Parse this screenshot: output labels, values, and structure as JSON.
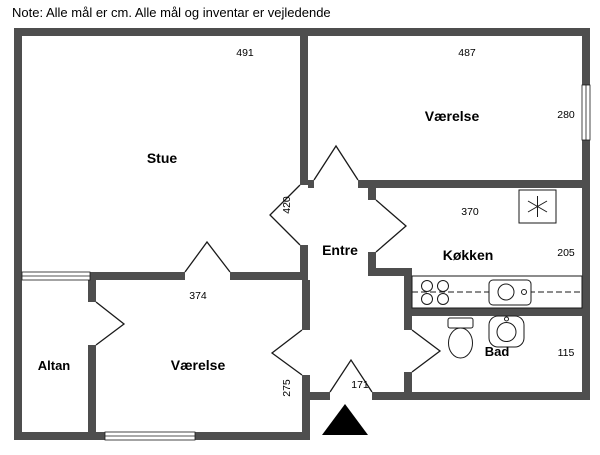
{
  "note": "Note: Alle mål er cm. Alle mål og inventar er vejledende",
  "rooms": {
    "stue": {
      "label": "Stue"
    },
    "vaerelse_top": {
      "label": "Værelse"
    },
    "entre": {
      "label": "Entre"
    },
    "koekken": {
      "label": "Køkken"
    },
    "bad": {
      "label": "Bad"
    },
    "vaerelse_bottom": {
      "label": "Værelse"
    },
    "altan": {
      "label": "Altan"
    }
  },
  "dimensions": {
    "stue_width": "491",
    "vaerelse_top_width": "487",
    "vaerelse_top_height": "280",
    "koekken_width": "370",
    "koekken_height": "205",
    "bad_height": "115",
    "stue_height": "420",
    "vaerelse_bottom_width": "374",
    "vaerelse_bottom_height": "275",
    "entrance_width": "171"
  },
  "icons": {
    "stove": "stove-burners-icon",
    "kitchen_sink": "kitchen-sink-icon",
    "appliance": "appliance-asterisk-icon",
    "toilet": "toilet-icon",
    "bath_sink": "bath-sink-icon",
    "entrance": "entrance-arrow-icon"
  },
  "colors": {
    "wall": "#4e4e4e",
    "background": "#ffffff",
    "line": "#1a1a1a",
    "text": "#000000"
  }
}
